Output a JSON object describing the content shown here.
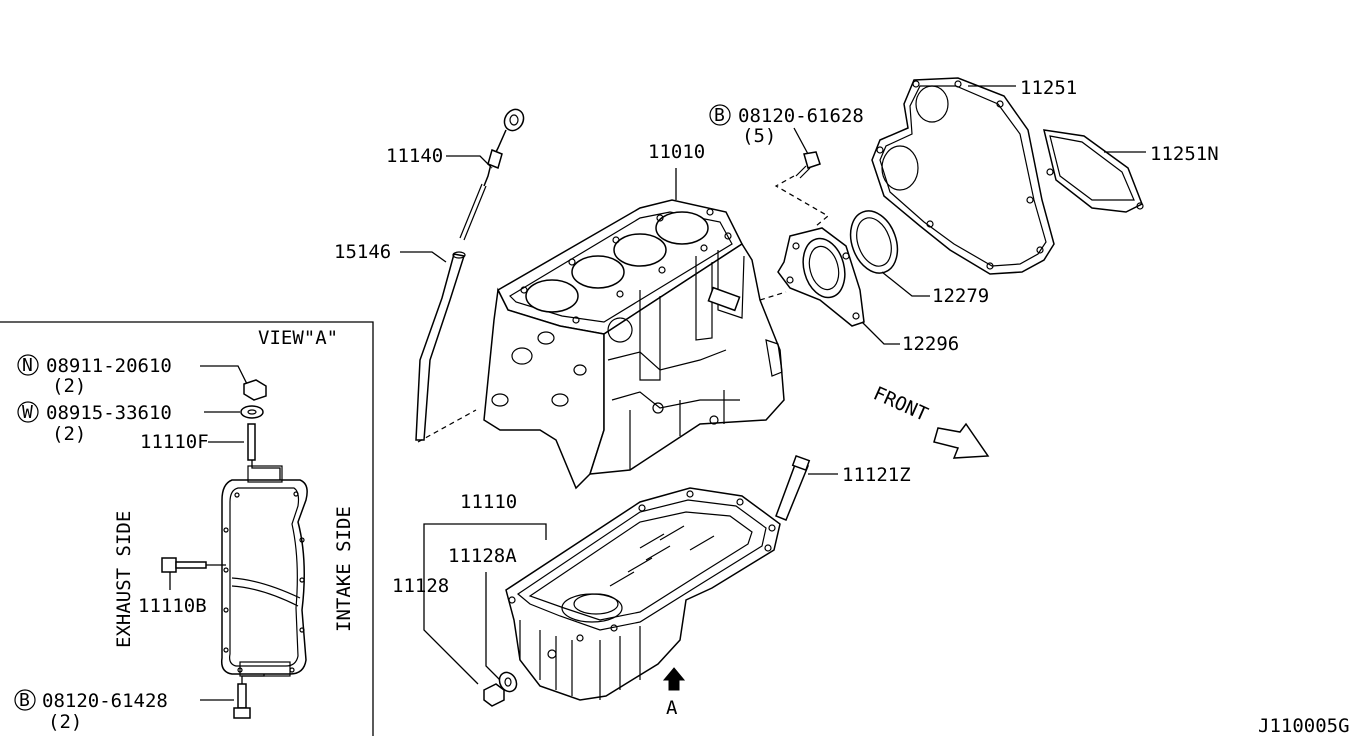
{
  "labels": {
    "p11140": "11140",
    "p11010": "11010",
    "bolt_front_prefix": "B",
    "bolt_front": "08120-61628",
    "bolt_front_qty": "(5)",
    "p11251": "11251",
    "p11251n": "11251N",
    "p15146": "15146",
    "p12279": "12279",
    "p12296": "12296",
    "front": "FRONT",
    "p11121z": "11121Z",
    "p11110": "11110",
    "p11128a": "11128A",
    "p11128": "11128",
    "view_a_marker": "A",
    "drawing_id": "J110005G"
  },
  "view_a": {
    "title": "VIEW\"A\"",
    "nut_prefix": "N",
    "nut": "08911-20610",
    "nut_qty": "(2)",
    "washer_prefix": "W",
    "washer": "08915-33610",
    "washer_qty": "(2)",
    "stud": "11110F",
    "bolt": "11110B",
    "bolt2_prefix": "B",
    "bolt2": "08120-61428",
    "bolt2_qty": "(2)",
    "exhaust": "EXHAUST SIDE",
    "intake": "INTAKE SIDE"
  }
}
